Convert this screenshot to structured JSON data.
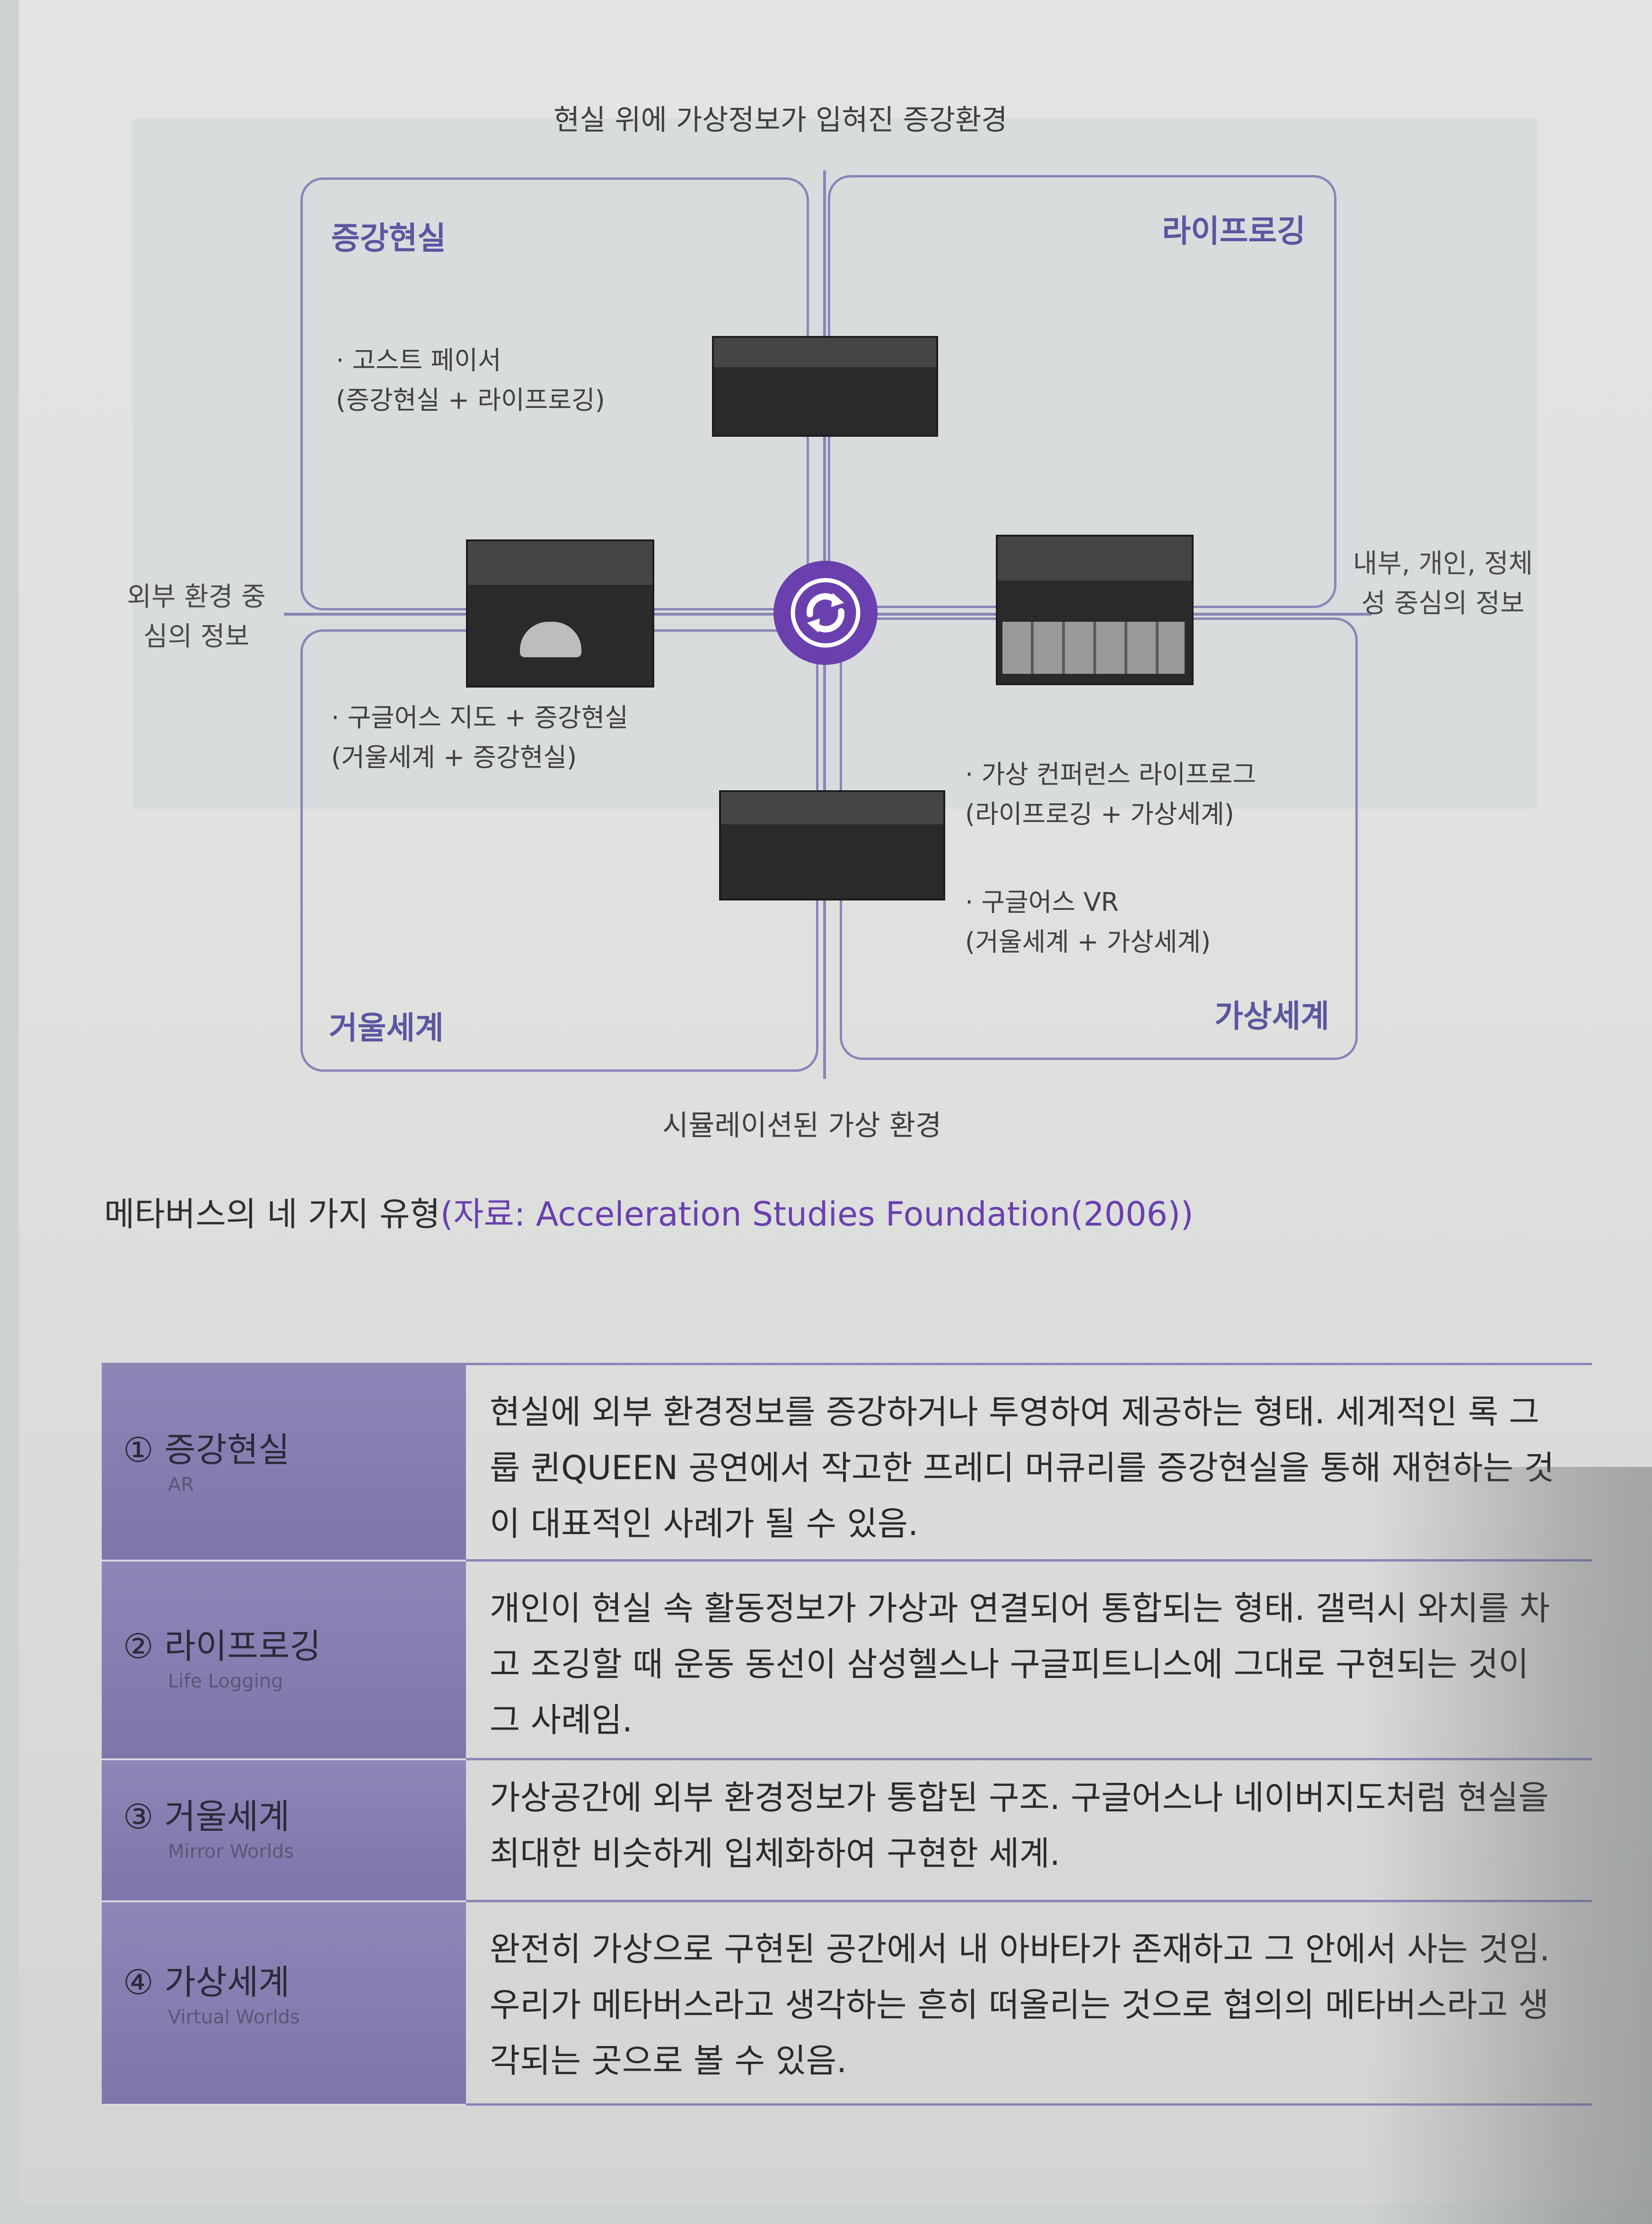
{
  "figure": {
    "top_label": "현실 위에 가상정보가 입혀진 증강환경",
    "bottom_label": "시뮬레이션된 가상 환경",
    "left_label": "외부 환경 중심의 정보",
    "right_label": "내부, 개인, 정체성 중심의 정보",
    "quadrants": {
      "top_left": {
        "label": "증강현실",
        "note_line1": "· 고스트 페이서",
        "note_line2": "(증강현실 + 라이프로깅)"
      },
      "top_right": {
        "label": "라이프로깅"
      },
      "bottom_left": {
        "label": "거울세계",
        "note_line1": "· 구글어스 지도 + 증강현실",
        "note_line2": "(거울세계 + 증강현실)"
      },
      "bottom_right": {
        "label": "가상세계",
        "note1_line1": "· 가상 컨퍼런스 라이프로그",
        "note1_line2": "(라이프로깅 + 가상세계)",
        "note2_line1": "· 구글어스 VR",
        "note2_line2": "(거울세계 + 가상세계)"
      }
    },
    "center_icon": "sync-icon",
    "accent_color": "#6a3fae",
    "line_color": "#8a85b8"
  },
  "caption": {
    "main": "메타버스의 네 가지 유형",
    "source": "(자료: Acceleration Studies Foundation(2006))"
  },
  "table": {
    "rows": [
      {
        "name": "① 증강현실",
        "sub": "AR",
        "desc": "현실에 외부 환경정보를 증강하거나 투영하여 제공하는 형태. 세계적인 록 그룹 퀸QUEEN 공연에서 작고한 프레디 머큐리를 증강현실을 통해 재현하는 것이 대표적인 사례가 될 수 있음."
      },
      {
        "name": "② 라이프로깅",
        "sub": "Life Logging",
        "desc": "개인이 현실 속 활동정보가 가상과 연결되어 통합되는 형태. 갤럭시 와치를 차고 조깅할 때 운동 동선이 삼성헬스나 구글피트니스에 그대로 구현되는 것이 그 사례임."
      },
      {
        "name": "③ 거울세계",
        "sub": "Mirror Worlds",
        "desc": "가상공간에 외부 환경정보가 통합된 구조. 구글어스나 네이버지도처럼 현실을 최대한 비슷하게 입체화하여 구현한 세계."
      },
      {
        "name": "④ 가상세계",
        "sub": "Virtual Worlds",
        "desc": "완전히 가상으로 구현된 공간에서 내 아바타가 존재하고 그 안에서 사는 것임. 우리가 메타버스라고 생각하는 흔히 떠올리는 것으로 협의의 메타버스라고 생각되는 곳으로 볼 수 있음."
      }
    ]
  }
}
